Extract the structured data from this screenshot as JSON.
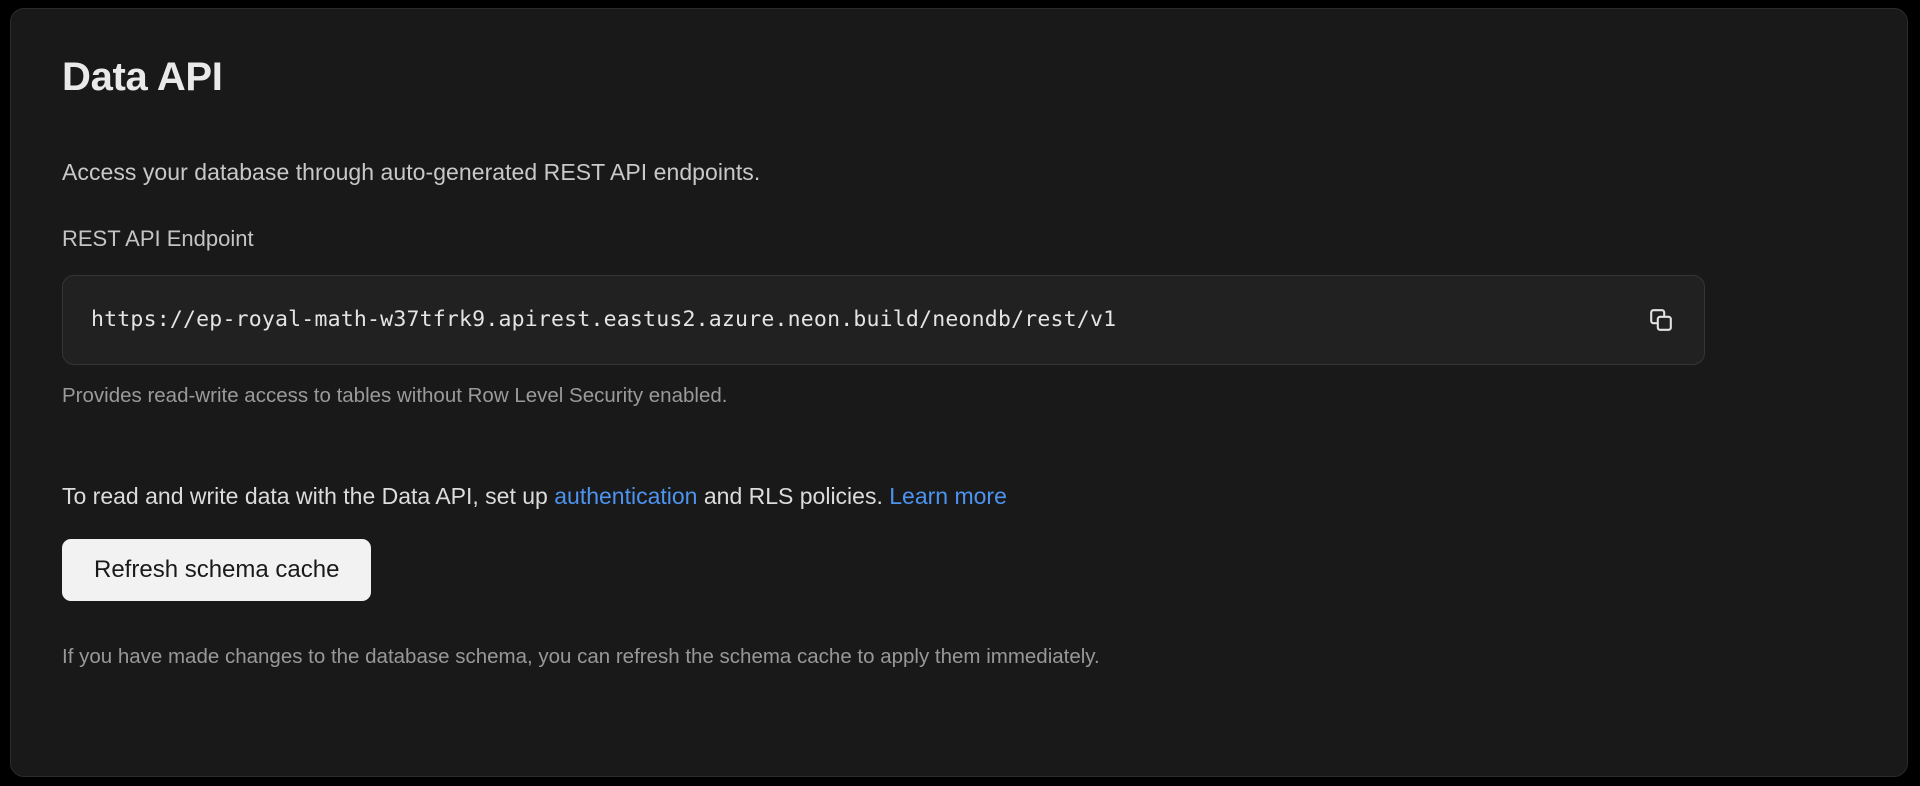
{
  "card": {
    "title": "Data API",
    "description": "Access your database through auto-generated REST API endpoints.",
    "endpoint_field": {
      "label": "REST API Endpoint",
      "value": "https://ep-royal-math-w37tfrk9.apirest.eastus2.azure.neon.build/neondb/rest/v1",
      "placeholder": "",
      "copy_icon": "copy-icon"
    },
    "endpoint_helper": "Provides read-write access to tables without Row Level Security enabled.",
    "policy_note": {
      "prefix": "To read and write data with the Data API, set up ",
      "link_authentication": "authentication",
      "middle": " and RLS policies. ",
      "link_learn_more": "Learn more"
    },
    "refresh_button": "Refresh schema cache",
    "refresh_helper": "If you have made changes to the database schema, you can refresh the schema cache to apply them immediately."
  },
  "colors": {
    "page_background": "#000000",
    "card_background": "#191919",
    "card_border": "#2c2c2c",
    "input_background": "#212121",
    "input_border": "#353535",
    "link": "#4d93f0",
    "button_background": "#f2f2f2",
    "button_text": "#1a1a1a",
    "title_text": "#e9e9e9",
    "body_text": "#dcdcdc",
    "muted_text": "#989898"
  }
}
